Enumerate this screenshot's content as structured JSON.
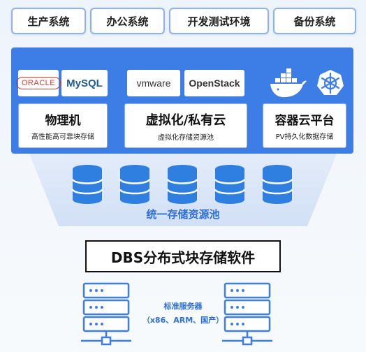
{
  "tabs": [
    {
      "label": "生产系统"
    },
    {
      "label": "办公系统"
    },
    {
      "label": "开发测试环境"
    },
    {
      "label": "备份系统"
    }
  ],
  "panel": {
    "logos": {
      "oracle": "ORACLE",
      "mysql": "MySQL",
      "vmware": "vmware",
      "openstack": "OpenStack"
    },
    "physical": {
      "title": "物理机",
      "subtitle": "高性能高可靠块存储"
    },
    "virtual": {
      "title": "虚拟化/私有云",
      "subtitle": "虚拟化存储资源池"
    },
    "container": {
      "title": "容器云平台",
      "subtitle": "PV持久化数据存储"
    }
  },
  "pool": {
    "label": "统一存储资源池"
  },
  "dbs": {
    "label": "DBS分布式块存储软件"
  },
  "servers": {
    "title": "标准服务器",
    "subtitle": "（x86、ARM、国产）"
  },
  "colors": {
    "panel_blue": "#3d7de6",
    "tab_border": "#8fb3e8",
    "disk_blue": "#2f7fe0",
    "accent_text": "#2f6fd4"
  },
  "icons": [
    "docker-whale-icon",
    "kubernetes-helm-icon",
    "database-cylinder-icon",
    "server-rack-icon"
  ]
}
